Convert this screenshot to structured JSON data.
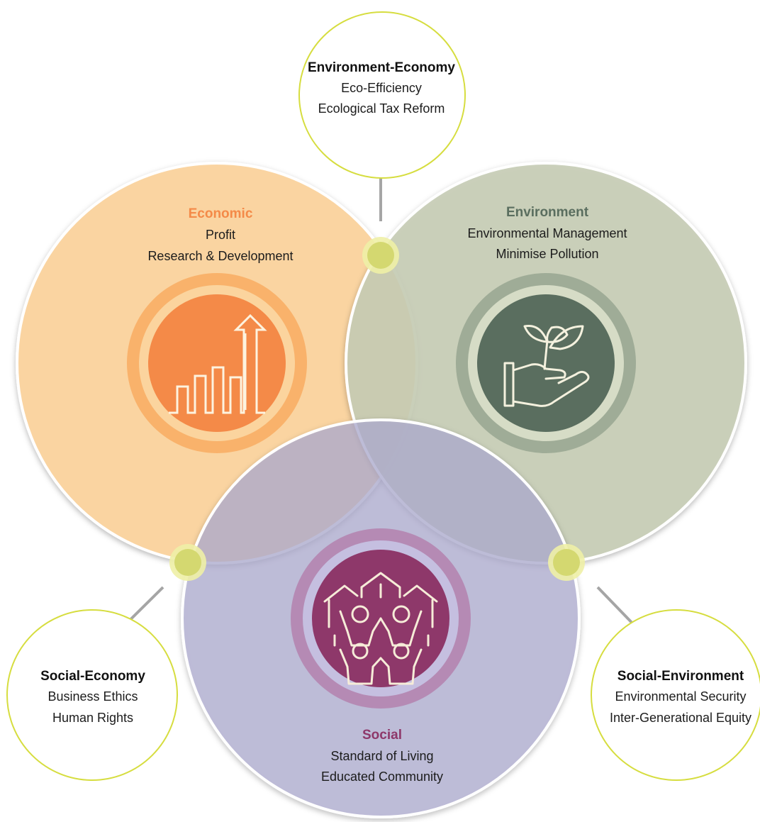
{
  "economic": {
    "title": "Economic",
    "line1": "Profit",
    "line2": "Research & Development",
    "color": "#f48a48"
  },
  "environment": {
    "title": "Environment",
    "line1": "Environmental Management",
    "line2": "Minimise Pollution",
    "color": "#5a6e5f"
  },
  "social": {
    "title": "Social",
    "line1": "Standard of Living",
    "line2": "Educated Community",
    "color": "#8e386a"
  },
  "env_economy": {
    "title": "Environment-Economy",
    "line1": "Eco-Efficiency",
    "line2": "Ecological Tax Reform"
  },
  "social_economy": {
    "title": "Social-Economy",
    "line1": "Business Ethics",
    "line2": "Human Rights"
  },
  "social_environment": {
    "title": "Social-Environment",
    "line1": "Environmental Security",
    "line2": "Inter-Generational Equity"
  },
  "icons": {
    "economic": "bar-chart-arrow-icon",
    "environment": "hand-plant-icon",
    "social": "community-people-houses-icon"
  }
}
